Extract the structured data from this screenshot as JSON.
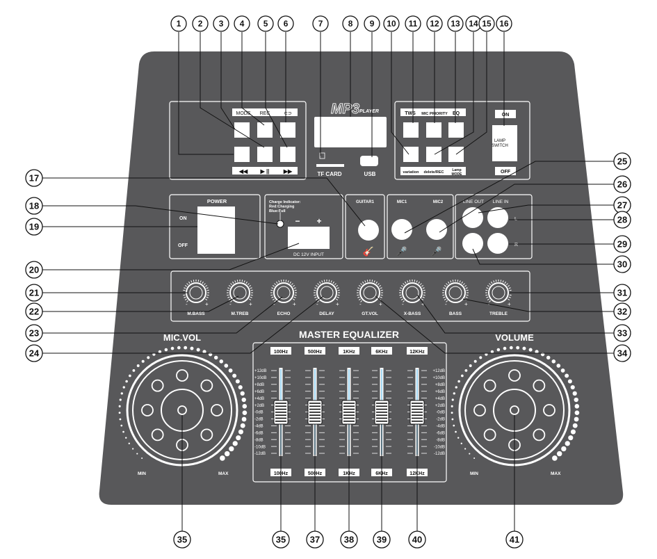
{
  "panel": {
    "mp3_logo": "MP3",
    "mp3_sub": "PLAYER",
    "tf_card": "TF CARD",
    "usb": "USB",
    "left_top_labels": [
      "MODE",
      "REC",
      "⊂⊃"
    ],
    "transport_labels": [
      "◀◀",
      "▶ ||",
      "▶▶"
    ],
    "right_top_labels": [
      "TWS",
      "MIC PRIORITY",
      "EQ"
    ],
    "right_bottom_labels": [
      "variation",
      "delete/REC",
      "Lamp\nMODE"
    ],
    "lamp_on": "ON",
    "lamp_off": "OFF",
    "lamp_switch": "LAMP\nSWITCH",
    "power": "POWER",
    "power_on": "ON",
    "power_off": "OFF",
    "charge_indicator": "Charge Indicator:\nRed:Charging\nBlue:Full",
    "dc_input": "DC 12V  INPUT",
    "guitar": "GUITAR1",
    "mic1": "MIC1",
    "mic2": "MIC2",
    "line_out": "LINE OUT",
    "line_in": "LINE IN",
    "line_l": "L",
    "line_r": "R",
    "knob_labels": [
      "M.BASS",
      "M.TREB",
      "ECHO",
      "DELAY",
      "GT.VOL",
      "X-BASS",
      "BASS",
      "TREBLE"
    ],
    "mic_vol": "MIC.VOL",
    "volume": "VOLUME",
    "master_eq": "MASTER EQUALIZER",
    "eq_bands": [
      "100Hz",
      "500Hz",
      "1KHz",
      "6KHz",
      "12KHz"
    ],
    "db_scale": [
      "+12dB",
      "+10dB",
      "+8dB",
      "+6dB",
      "+4dB",
      "+2dB",
      "-0dB",
      "-2dB",
      "-4dB",
      "-6dB",
      "-8dB",
      "-10dB",
      "-12dB"
    ],
    "min": "MIN",
    "max": "MAX"
  },
  "callouts": {
    "top": [
      "1",
      "2",
      "3",
      "4",
      "5",
      "6",
      "7",
      "8",
      "9",
      "10",
      "11",
      "12",
      "13",
      "14",
      "15",
      "16"
    ],
    "left": [
      "17",
      "18",
      "19",
      "20",
      "21",
      "22",
      "23",
      "24"
    ],
    "right": [
      "25",
      "26",
      "27",
      "28",
      "29",
      "30",
      "31",
      "32",
      "33",
      "34"
    ],
    "bottom": [
      "35",
      "35",
      "37",
      "38",
      "39",
      "40",
      "41"
    ]
  },
  "colors": {
    "panel": "#58585a",
    "line": "#ffffff",
    "ink": "#111111"
  }
}
